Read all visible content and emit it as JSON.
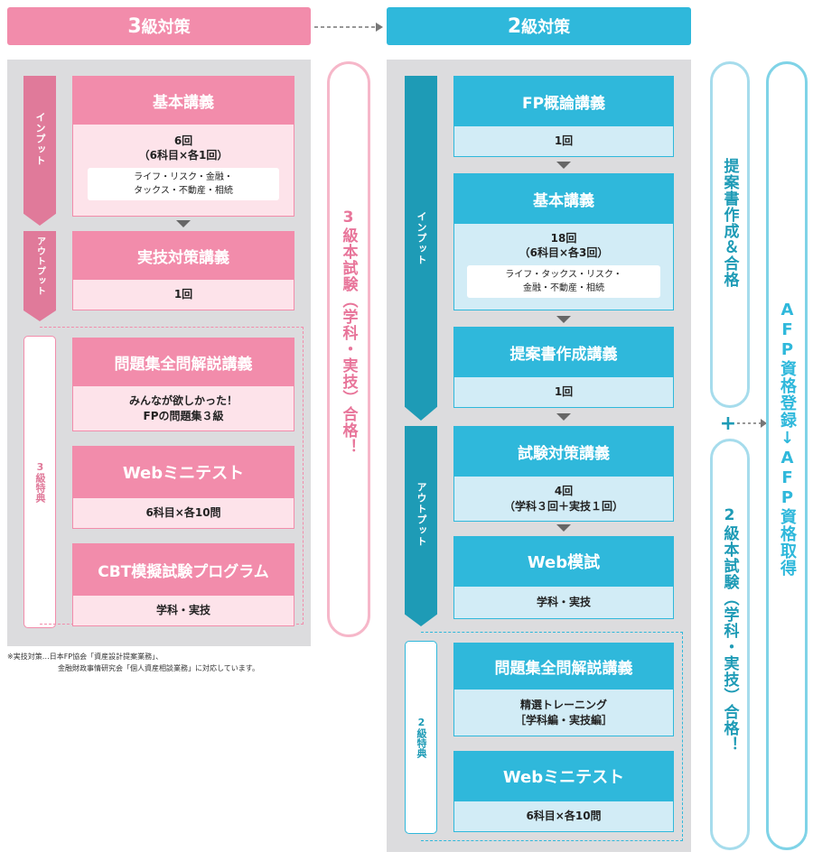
{
  "level3": {
    "header_num": "3",
    "header_text": "級対策",
    "tag_input": "インプット",
    "tag_output": "アウトプット",
    "tag_bonus": "3級特典",
    "basic": {
      "title": "基本講義",
      "body1": "6回",
      "body2": "（6科目×各1回）",
      "sub1": "ライフ・リスク・金融・",
      "sub2": "タックス・不動産・相続"
    },
    "practical": {
      "title": "実技対策講義",
      "body": "1回"
    },
    "problem": {
      "title": "問題集全問解説講義",
      "body1": "みんなが欲しかった！",
      "body2": "FPの問題集３級"
    },
    "web": {
      "title": "Webミニテスト",
      "body": "6科目×各10問"
    },
    "cbt": {
      "title": "CBT模擬試験プログラム",
      "body": "学科・実技"
    },
    "pill": "3級本試験（学科・実技）合格！"
  },
  "level2": {
    "header_num": "2",
    "header_text": "級対策",
    "tag_input": "インプット",
    "tag_output": "アウトプット",
    "tag_bonus": "2級特典",
    "fp": {
      "title": "FP概論講義",
      "body": "1回"
    },
    "basic": {
      "title": "基本講義",
      "body1": "18回",
      "body2": "（6科目×各3回）",
      "sub1": "ライフ・タックス・リスク・",
      "sub2": "金融・不動産・相続"
    },
    "proposal": {
      "title": "提案書作成講義",
      "body": "1回"
    },
    "exam": {
      "title": "試験対策講義",
      "body1": "4回",
      "body2": "（学科３回＋実技１回）"
    },
    "mock": {
      "title": "Web模試",
      "body": "学科・実技"
    },
    "problem": {
      "title": "問題集全問解説講義",
      "body1": "精選トレーニング",
      "body2": "［学科編・実技編］"
    },
    "web": {
      "title": "Webミニテスト",
      "body": "6科目×各10問"
    },
    "pill_top": "提案書作成＆合格",
    "pill_bottom": "2級本試験（学科・実技）合格！",
    "plus": "+"
  },
  "afp_pill": "AFP資格登録↓AFP資格取得",
  "footnote": {
    "line1": "※実技対策…日本FP協会「資産設計提案業務」、",
    "line2": "金融財政事情研究会「個人資産相談業務」に対応しています。"
  },
  "colors": {
    "pink": "#f28cab",
    "pink_light": "#fde3ea",
    "blue": "#2fb8db",
    "blue_dark": "#1e9bb6",
    "blue_light": "#d2ecf6",
    "gray_panel": "#dcdcde"
  },
  "icons": [
    "dashed-arrow-right-icon",
    "triangle-down-icon",
    "plus-icon"
  ]
}
